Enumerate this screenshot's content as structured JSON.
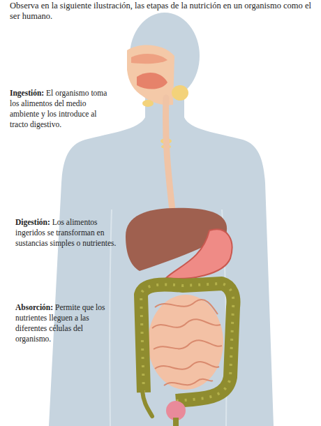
{
  "diagram": {
    "title": "Observa en la siguiente ilustración, las etapas de la nutrición en un organismo como el ser humano.",
    "labels": [
      "Ingestión:",
      "El organismo toma los alimentos del medio ambiente y los introduce al tracto digestivo.",
      "Digestión:",
      "Los alimentos ingeridos se transforman en sustancias simples o nutrientes.",
      "Absorción:",
      "Permite que los nutrientes lleguen a las diferentes células del organismo."
    ]
  }
}
